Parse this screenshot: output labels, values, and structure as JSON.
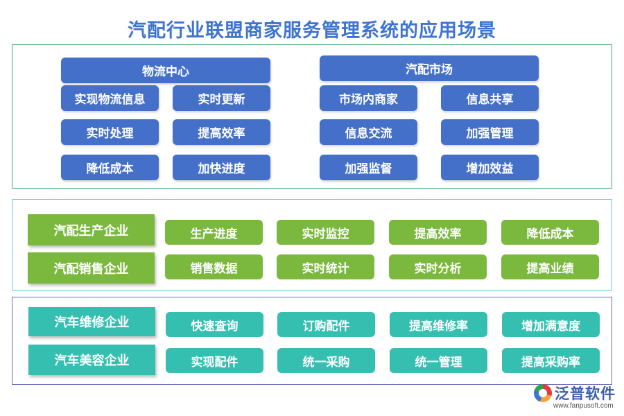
{
  "title": "汽配行业联盟商家服务管理系统的应用场景",
  "section1": {
    "logistics": {
      "header": "物流中心",
      "items": [
        "实现物流信息",
        "实时更新",
        "实时处理",
        "提高效率",
        "降低成本",
        "加快进度"
      ]
    },
    "market": {
      "header": "汽配市场",
      "items": [
        "市场内商家",
        "信息共享",
        "信息交流",
        "加强管理",
        "加强监督",
        "增加效益"
      ]
    }
  },
  "section2": {
    "rows": [
      {
        "header": "汽配生产企业",
        "items": [
          "生产进度",
          "实时监控",
          "提高效率",
          "降低成本"
        ]
      },
      {
        "header": "汽配销售企业",
        "items": [
          "销售数据",
          "实时统计",
          "实时分析",
          "提高业绩"
        ]
      }
    ]
  },
  "section3": {
    "rows": [
      {
        "header": "汽车维修企业",
        "items": [
          "快速查询",
          "订购配件",
          "提高维修率",
          "增加满意度"
        ]
      },
      {
        "header": "汽车美容企业",
        "items": [
          "实现配件",
          "统一采购",
          "统一管理",
          "提高采购率"
        ]
      }
    ]
  },
  "logo": {
    "name": "泛普软件",
    "url": "www.fanpusoft.com"
  },
  "colors": {
    "title": "#3d74d0",
    "blue": "#4470ca",
    "green": "#7ab83e",
    "teal": "#34bfb1"
  }
}
